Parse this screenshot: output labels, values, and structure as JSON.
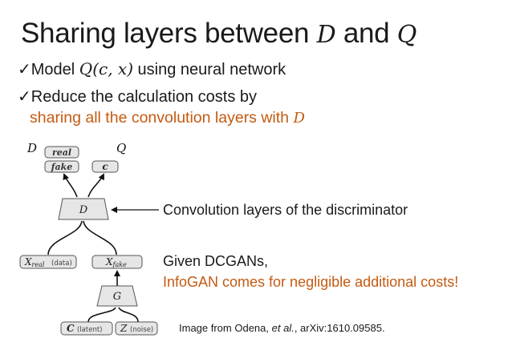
{
  "title": {
    "text": "Sharing layers between",
    "d": "D",
    "and": "and",
    "q": "Q"
  },
  "bullets": [
    {
      "check": "✓",
      "pre": "Model ",
      "math": "Q(c, x)",
      "post": " using neural network"
    },
    {
      "check": "✓",
      "text": "Reduce the calculation costs by"
    }
  ],
  "bullet_sub": {
    "text": "sharing all the convolution layers with ",
    "math": "D"
  },
  "diagram": {
    "head_d": "D",
    "head_q": "Q",
    "real": "real",
    "fake": "fake",
    "c_out": "c",
    "d_block": "D",
    "x_real": "X",
    "x_real_sub": "real",
    "x_real_note": "(data)",
    "x_fake": "X",
    "x_fake_sub": "fake",
    "g_block": "G",
    "c_latent": "C",
    "c_latent_note": "(latent)",
    "z_noise": "Z",
    "z_noise_note": "(noise)"
  },
  "annotations": {
    "conv": "Convolution layers of the discriminator",
    "gan_line1": "Given DCGANs,",
    "gan_line2": "InfoGAN comes for negligible additional costs!"
  },
  "source": {
    "pre": "Image from Odena, ",
    "italic": "et al.",
    "post": ", arXiv:1610.09585."
  },
  "colors": {
    "accent": "#c55a11",
    "box_fill": "#e6e6e6",
    "box_stroke": "#555555"
  }
}
